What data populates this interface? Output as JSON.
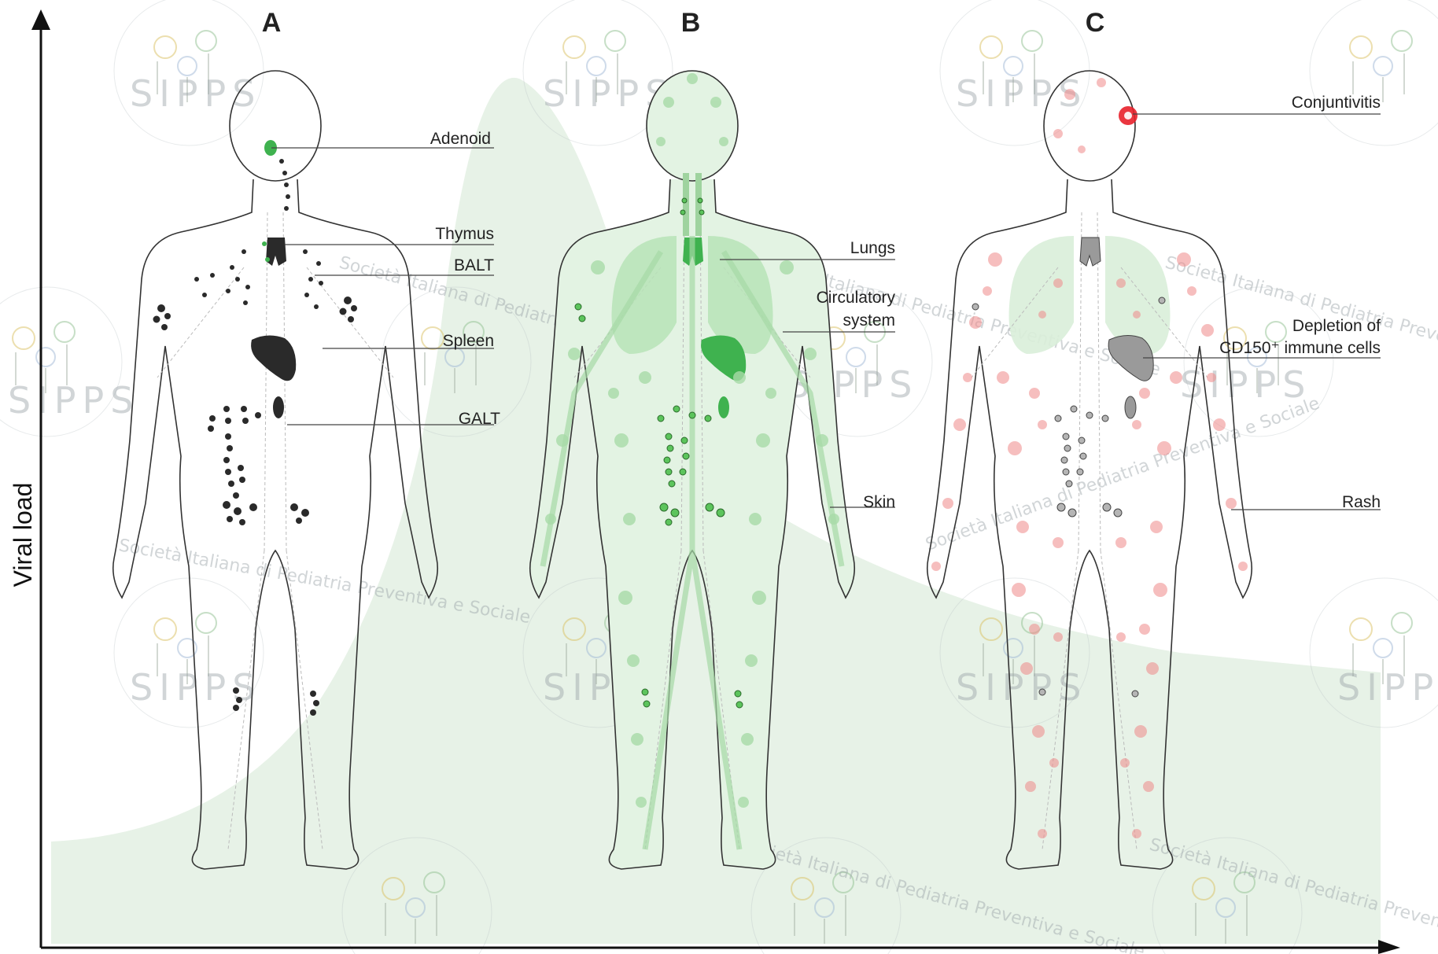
{
  "figure": {
    "y_axis_label": "Viral load",
    "panels": [
      {
        "id": "A",
        "labels": [
          "Adenoid",
          "Thymus",
          "BALT",
          "Spleen",
          "GALT"
        ]
      },
      {
        "id": "B",
        "labels": [
          "Lungs",
          "Circulatory",
          "system",
          "Skin"
        ]
      },
      {
        "id": "C",
        "labels": [
          "Conjuntivitis",
          "Depletion of",
          "CD150⁺ immune cells",
          "Rash"
        ]
      }
    ]
  },
  "watermark": {
    "ring_text": "Società Italiana di Pediatria Preventiva e Sociale",
    "logo_text": "SIPPS"
  },
  "colors": {
    "organ_dark": "#2a2a2a",
    "infection_green": "#3fb24f",
    "light_green": "#a8dba8",
    "viral_curve": "#e6f2e6",
    "rash_red": "#f08a8a",
    "conjunctivitis_red": "#e8202a",
    "depleted_gray": "#9a9a9a"
  }
}
